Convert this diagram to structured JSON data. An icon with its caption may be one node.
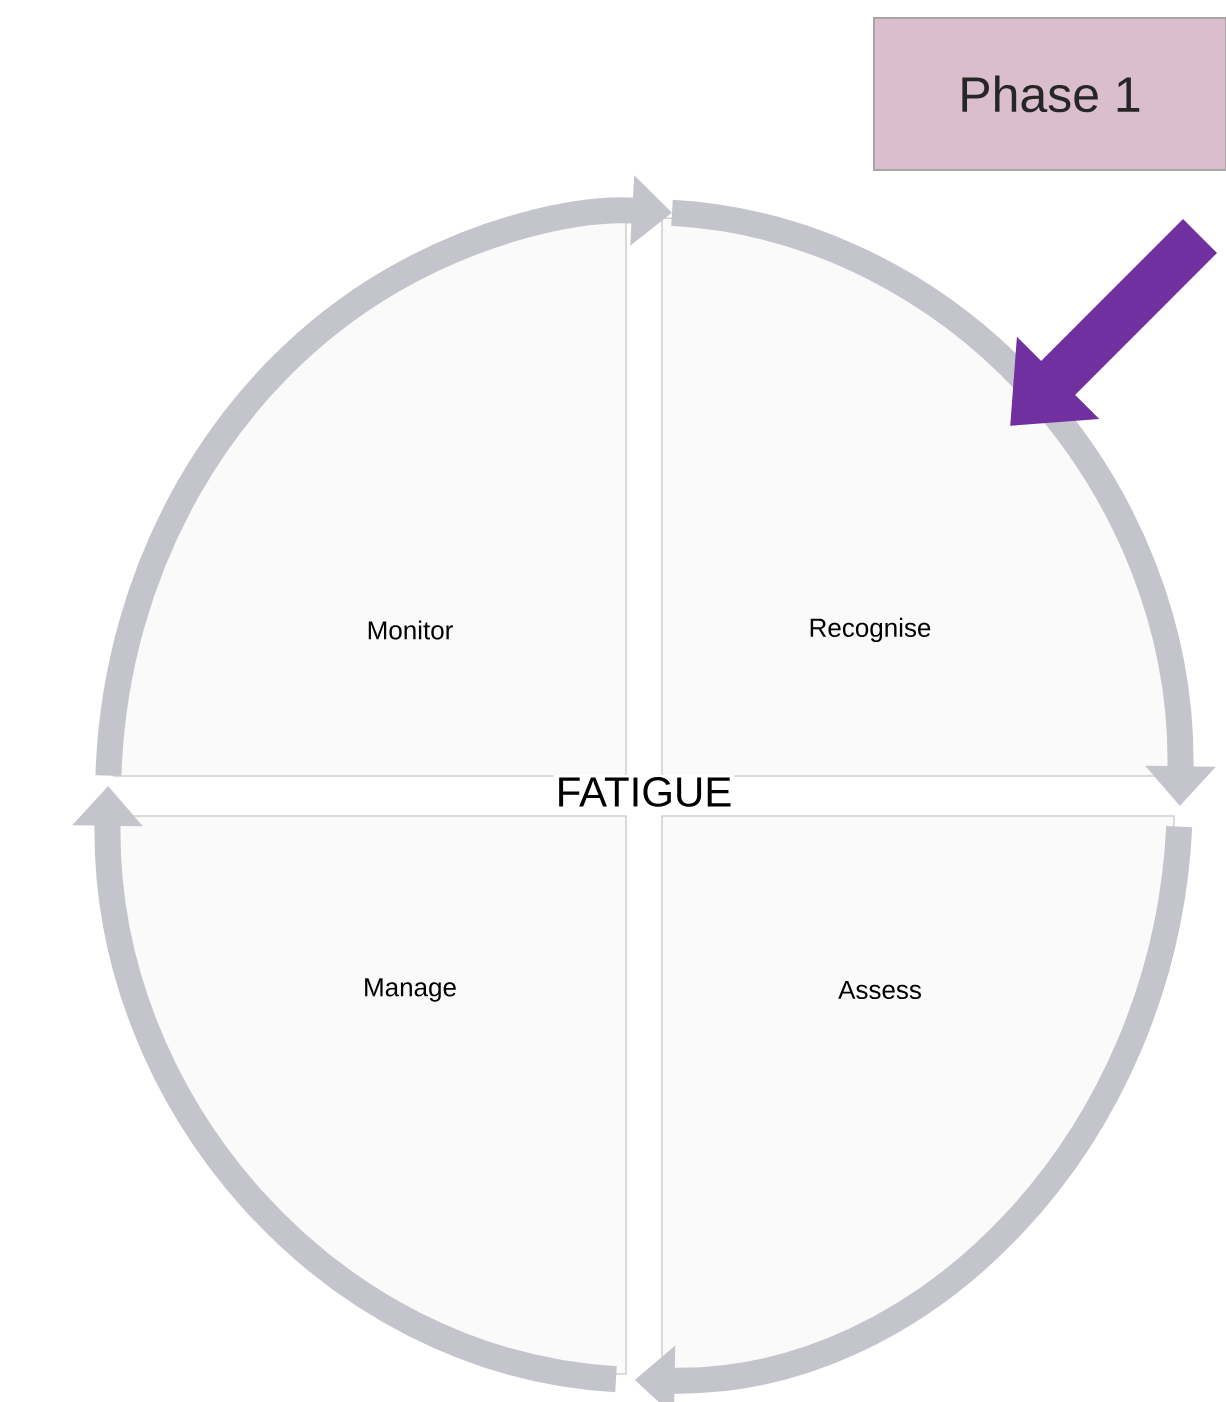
{
  "diagram": {
    "nodes": [
      {
        "text": [
          "Monitor"
        ]
      },
      {
        "text": [
          "Recognise"
        ]
      },
      {
        "text": [
          "Assess"
        ]
      },
      {
        "text": [
          "Manage"
        ]
      },
      {
        "text": [
          "Phase 1"
        ]
      }
    ],
    "edges": [
      {
        "from": 0,
        "to": 1,
        "arrow": "to"
      },
      {
        "from": 1,
        "to": 2,
        "arrow": "to"
      },
      {
        "from": 2,
        "to": 3,
        "arrow": "to"
      },
      {
        "from": 3,
        "to": 0,
        "arrow": "to"
      },
      {
        "from": null,
        "to": 1,
        "arrow": "to",
        "style": "thick",
        "color": "#7030a0"
      }
    ],
    "labels": [
      "FATIGUE"
    ]
  }
}
